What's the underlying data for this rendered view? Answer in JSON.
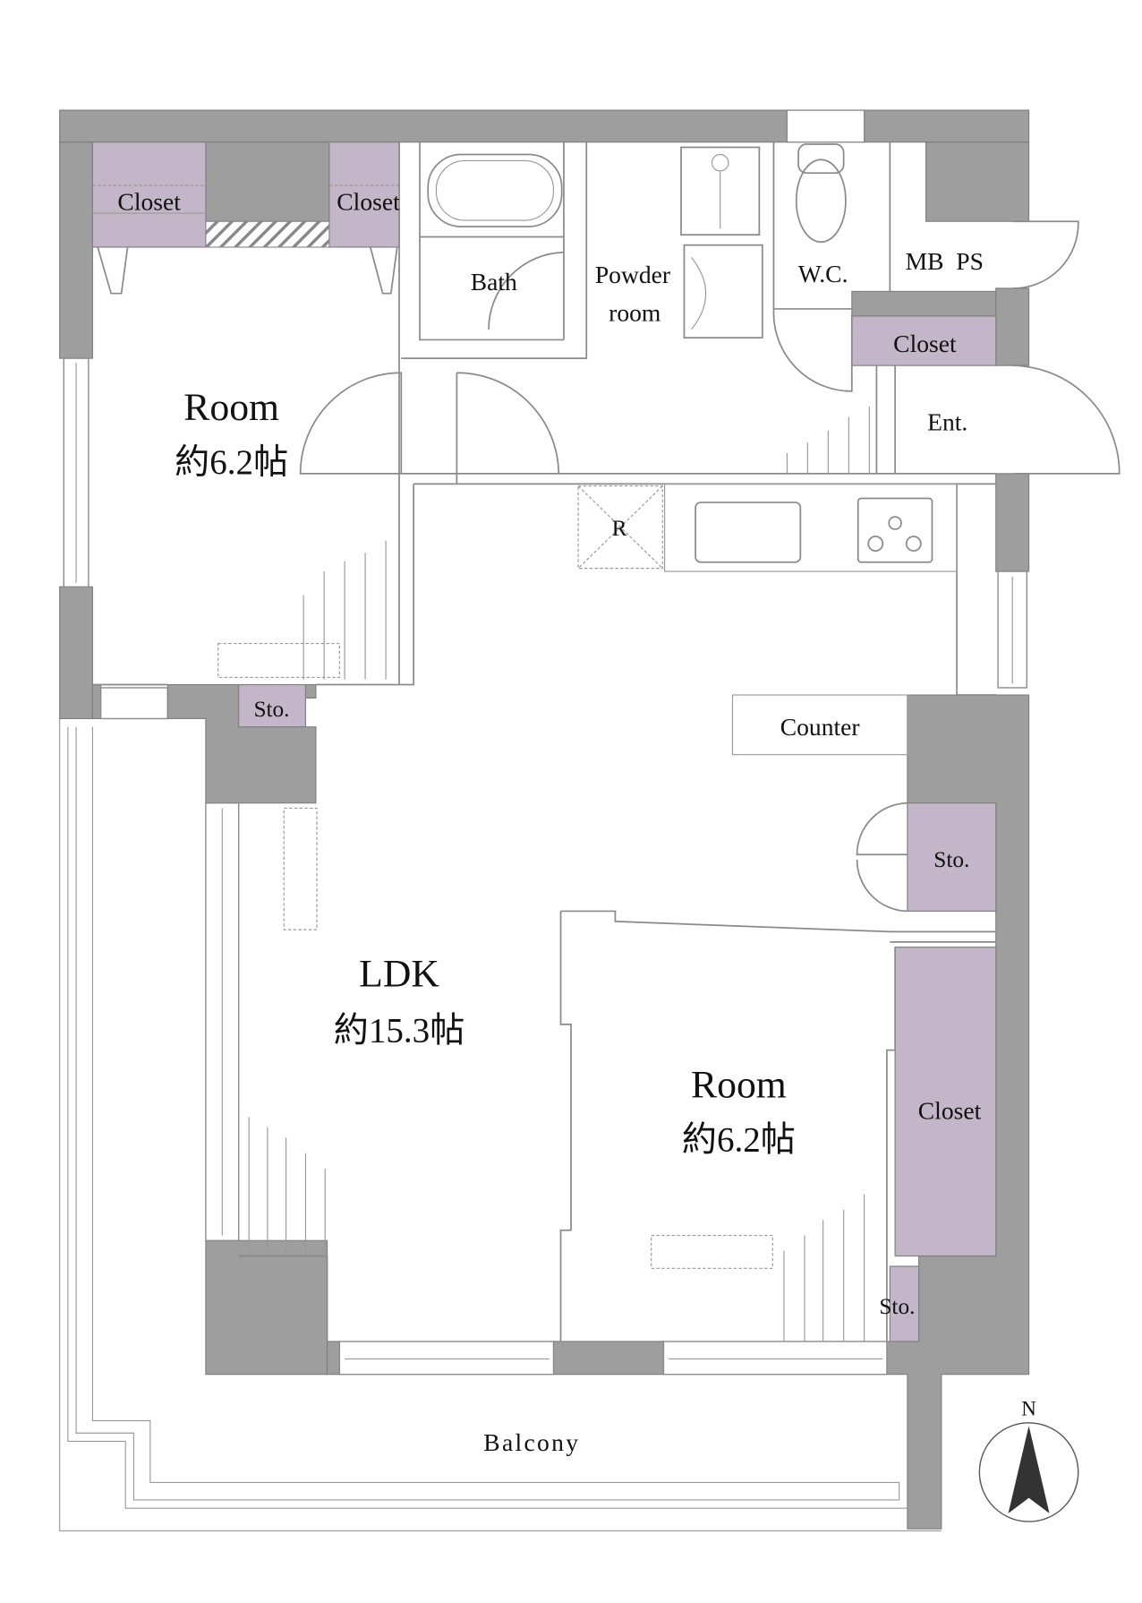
{
  "floorplan": {
    "rooms": {
      "room_west": {
        "name": "Room",
        "size": "約6.2帖"
      },
      "ldk": {
        "name": "LDK",
        "size": "約15.3帖"
      },
      "room_south": {
        "name": "Room",
        "size": "約6.2帖"
      }
    },
    "labels": {
      "closet_1": "Closet",
      "closet_2": "Closet",
      "closet_entry": "Closet",
      "closet_room": "Closet",
      "bath": "Bath",
      "powder_line1": "Powder",
      "powder_line2": "room",
      "wc": "W.C.",
      "mb_ps": "MB  PS",
      "entrance": "Ent.",
      "refrigerator": "R",
      "counter": "Counter",
      "storage_1": "Sto.",
      "storage_2": "Sto.",
      "storage_3": "Sto.",
      "balcony": "Balcony",
      "north": "N"
    },
    "colors": {
      "wall": "#9d9e9d",
      "storage": "#c2b6c8"
    }
  }
}
